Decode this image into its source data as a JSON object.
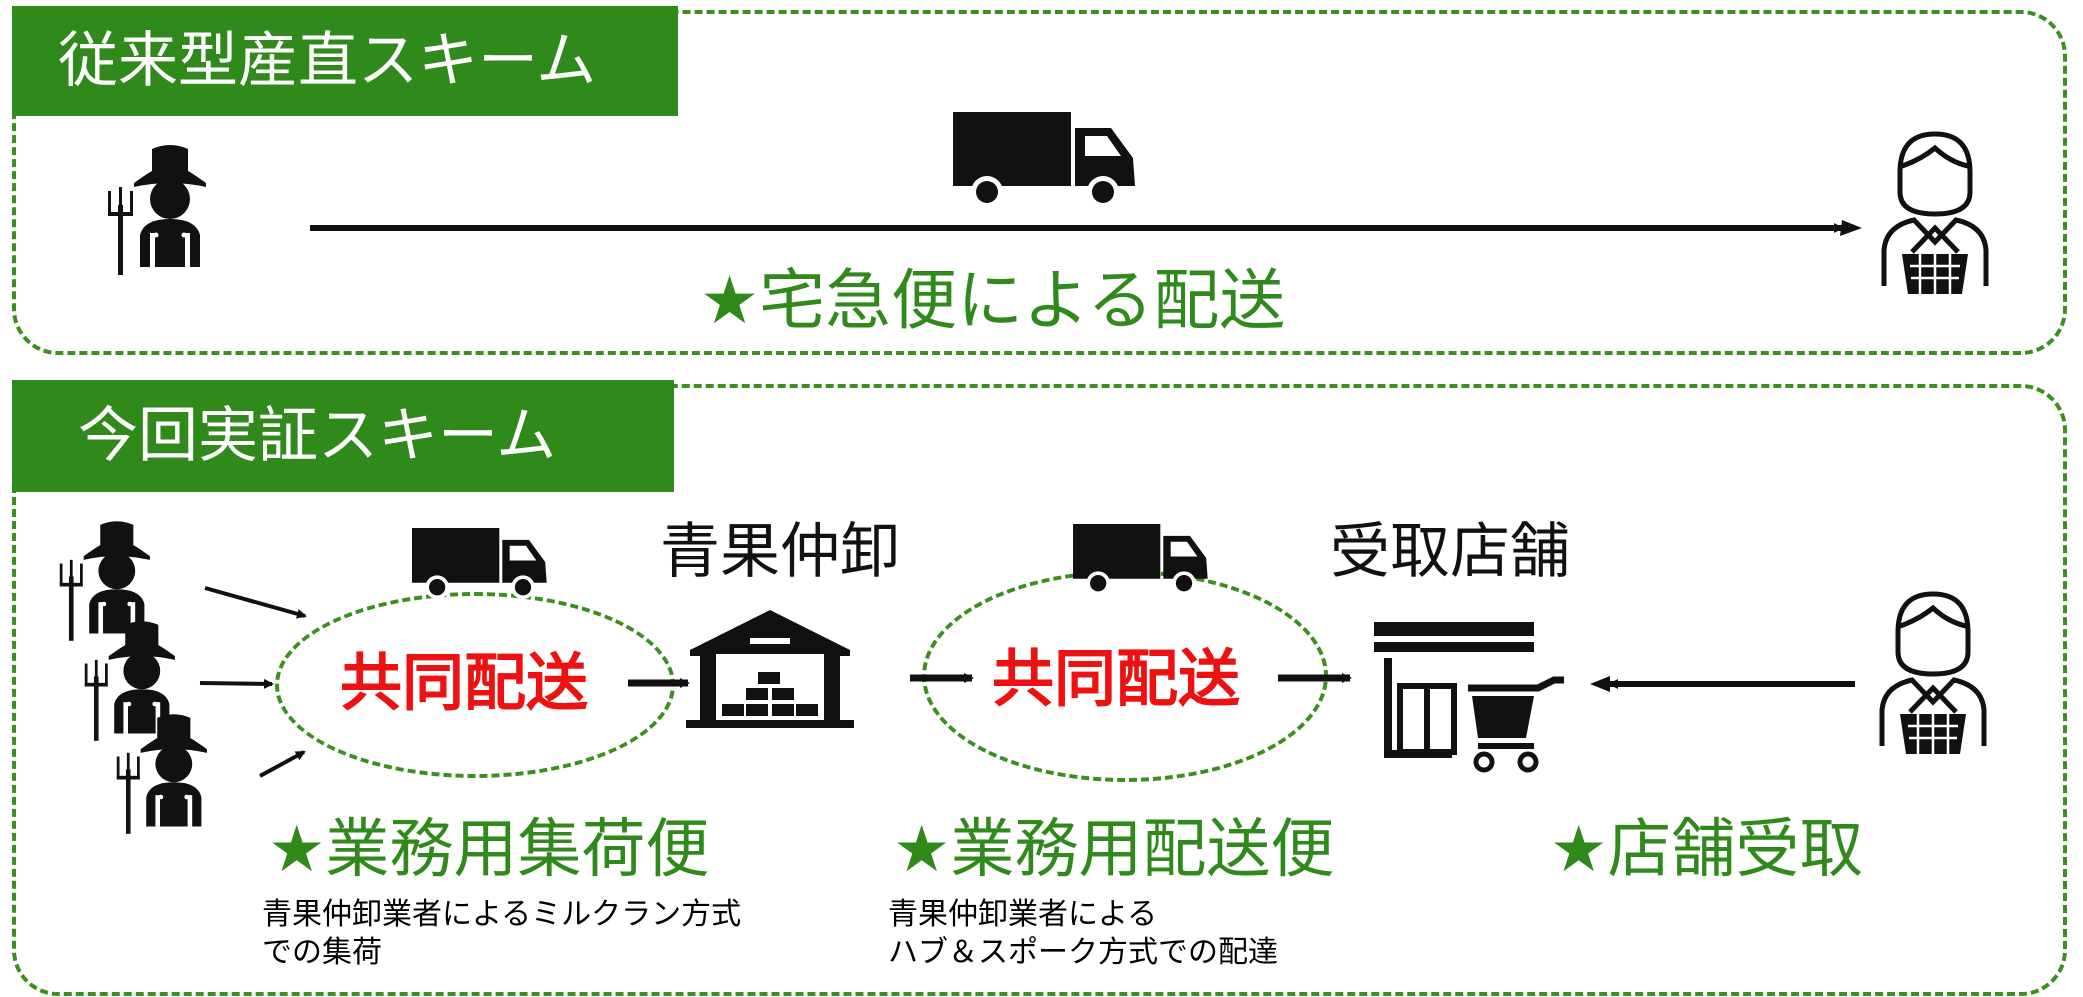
{
  "top": {
    "title": "従来型産直スキーム",
    "delivery_label": "★宅急便による配送",
    "icons": [
      "farmer-icon",
      "truck-icon",
      "customer-with-basket-icon"
    ]
  },
  "bottom": {
    "title": "今回実証スキーム",
    "joint_delivery_1": "共同配送",
    "joint_delivery_2": "共同配送",
    "wholesaler_label": "青果仲卸",
    "store_label": "受取店舗",
    "collection_label": "★業務用集荷便",
    "collection_note_1": "青果仲卸業者によるミルクラン方式",
    "collection_note_2": "での集荷",
    "delivery_label": "★業務用配送便",
    "delivery_note_1": "青果仲卸業者による",
    "delivery_note_2": "ハブ＆スポーク方式での配達",
    "pickup_label": "★店舗受取",
    "icons": [
      "farmer-icon",
      "truck-icon",
      "warehouse-icon",
      "store-with-cart-icon",
      "customer-with-basket-icon"
    ]
  },
  "colors": {
    "accent_green": "#2f8a1b",
    "dash_green": "#3a8f1f",
    "highlight_red": "#ee1111",
    "icon_black": "#111111"
  }
}
